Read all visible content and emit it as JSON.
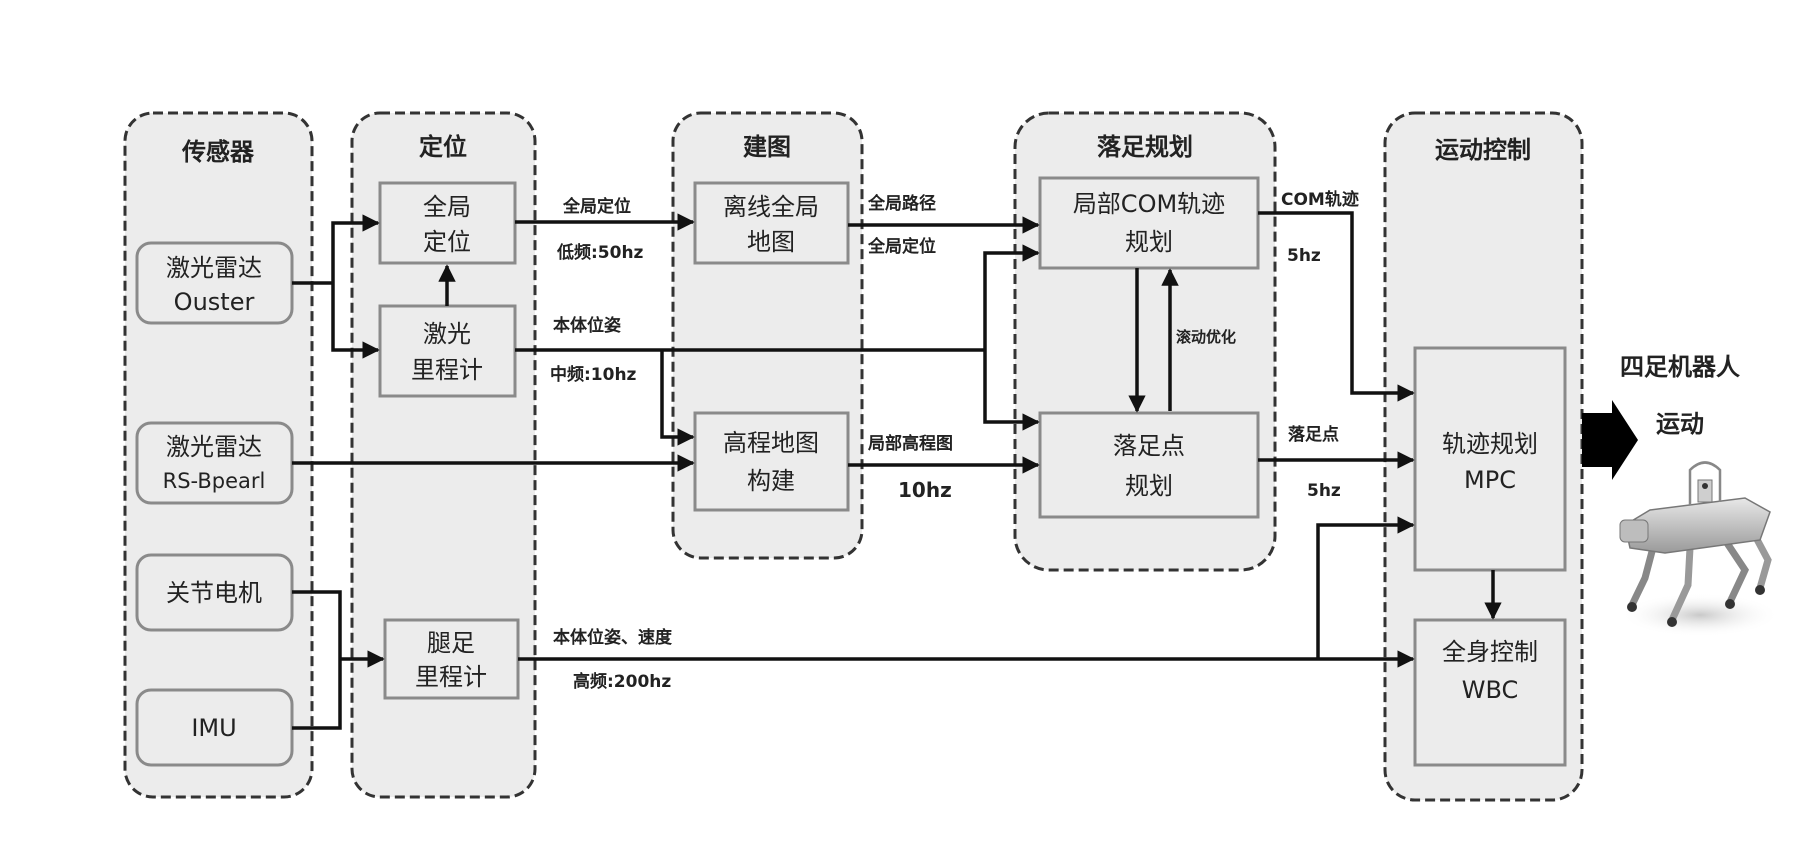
{
  "groups": {
    "sensors": {
      "title": "传感器"
    },
    "localization": {
      "title": "定位"
    },
    "mapping": {
      "title": "建图"
    },
    "foothold_planning": {
      "title": "落足规划"
    },
    "motion_control": {
      "title": "运动控制"
    }
  },
  "sensors": {
    "lidar_ouster": {
      "line1": "激光雷达",
      "line2": "Ouster"
    },
    "lidar_rs": {
      "line1": "激光雷达",
      "line2": "RS-Bpearl"
    },
    "joint_motor": {
      "line1": "关节电机"
    },
    "imu": {
      "line1": "IMU"
    }
  },
  "localization": {
    "global_loc": {
      "line1": "全局",
      "line2": "定位"
    },
    "laser_odom": {
      "line1": "激光",
      "line2": "里程计"
    },
    "leg_odom": {
      "line1": "腿足",
      "line2": "里程计"
    }
  },
  "mapping": {
    "offline_map": {
      "line1": "离线全局",
      "line2": "地图"
    },
    "elevation_map": {
      "line1": "高程地图",
      "line2": "构建"
    }
  },
  "planning": {
    "com_traj": {
      "line1": "局部COM轨迹",
      "line2": "规划"
    },
    "foothold": {
      "line1": "落足点",
      "line2": "规划"
    },
    "rolling_opt": "滚动优化"
  },
  "control": {
    "mpc": {
      "line1": "轨迹规划",
      "line2": "MPC"
    },
    "wbc": {
      "line1": "全身控制",
      "line2": "WBC"
    }
  },
  "edges": {
    "global_loc_top": "全局定位",
    "global_loc_freq": "低频:50hz",
    "body_pose": "本体位姿",
    "body_pose_freq": "中频:10hz",
    "global_path": "全局路径",
    "global_loc2": "全局定位",
    "local_elev": "局部高程图",
    "local_elev_freq": "10hz",
    "com_traj": "COM轨迹",
    "com_traj_freq": "5hz",
    "foothold": "落足点",
    "foothold_freq": "5hz",
    "body_pose_vel": "本体位姿、速度",
    "body_pose_vel_freq": "高频:200hz"
  },
  "output": {
    "title_line1": "四足机器人",
    "title_line2": "运动",
    "robot_icon": "quadruped-robot-icon"
  }
}
